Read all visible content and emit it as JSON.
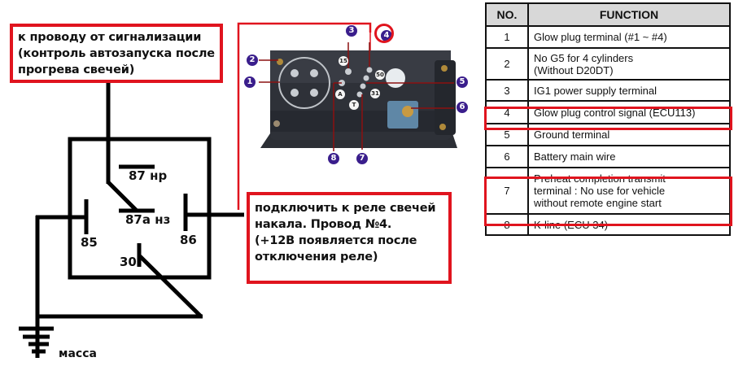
{
  "notes": {
    "alarm_wire": "к проводу от сигнализации\n(контроль автозапуска после\nпрогрева свечей)",
    "glow_relay": "  подключить  к реле свечей\nнакала. Провод №4.\n(+12В появляется после\nотключения реле)"
  },
  "relay": {
    "pins": {
      "pin_87": "87 нр",
      "pin_87a": "87а нз",
      "pin_85": "85",
      "pin_86": "86",
      "pin_30": "30"
    },
    "ground_label": "масса"
  },
  "photo": {
    "callouts": [
      "1",
      "2",
      "3",
      "4",
      "5",
      "6",
      "7",
      "8"
    ],
    "pin_marks": [
      "15",
      "A",
      "50",
      "31",
      "T"
    ],
    "highlighted_callout": "4"
  },
  "table": {
    "headers": [
      "NO.",
      "FUNCTION"
    ],
    "rows": [
      {
        "no": "1",
        "function": "Glow plug terminal (#1 ~ #4)",
        "highlight": false
      },
      {
        "no": "2",
        "function": "No G5 for 4 cylinders\n(Without D20DT)",
        "highlight": false
      },
      {
        "no": "3",
        "function": "IG1 power supply terminal",
        "highlight": false
      },
      {
        "no": "4",
        "function": "Glow plug control signal (ECU113)",
        "highlight": true
      },
      {
        "no": "5",
        "function": "Ground terminal",
        "highlight": false
      },
      {
        "no": "6",
        "function": "Battery main wire",
        "highlight": false
      },
      {
        "no": "7",
        "function": "Preheat completion transmit\nterminal : No use for vehicle\nwithout remote engine start",
        "highlight": true
      },
      {
        "no": "8",
        "function": "K-line (ECU 34)",
        "highlight": false
      }
    ]
  },
  "colors": {
    "highlight_red": "#e0141e",
    "callout_purple": "#3a1e8c",
    "wire_black": "#000000"
  }
}
